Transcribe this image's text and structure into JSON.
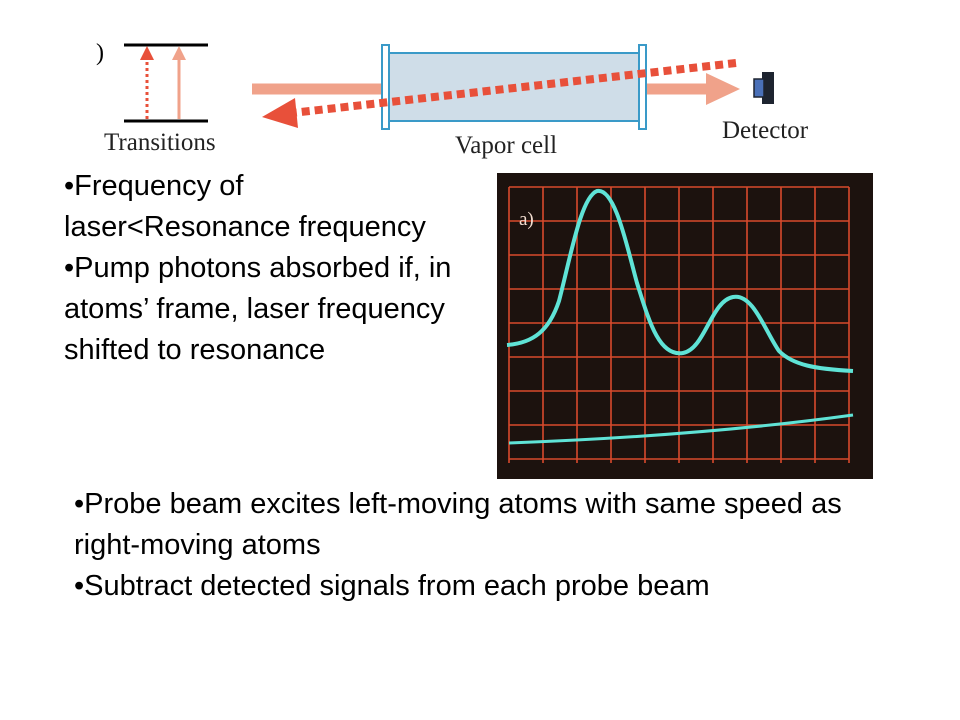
{
  "diagram": {
    "corner_glyph": ")",
    "labels": {
      "transitions": "Transitions",
      "vapor_cell": "Vapor cell",
      "detector": "Detector"
    },
    "colors": {
      "pump_beam": "#f0a28a",
      "probe_beam": "#e8503a",
      "cell_fill": "#cfdde8",
      "cell_border": "#3a9ac8",
      "detector": "#4a70b8"
    }
  },
  "bullets_left": [
    "Frequency of laser<Resonance frequency",
    "Pump photons absorbed if, in atoms’ frame, laser frequency shifted to resonance"
  ],
  "bullets_bottom": [
    "Probe beam excites left-moving atoms with same speed as right-moving atoms",
    "Subtract detected signals from each probe beam"
  ],
  "oscilloscope": {
    "panel_label": "a)",
    "colors": {
      "screen": "#1c120e",
      "grid": "#d84a2c",
      "trace": "#5fe3d6"
    }
  }
}
